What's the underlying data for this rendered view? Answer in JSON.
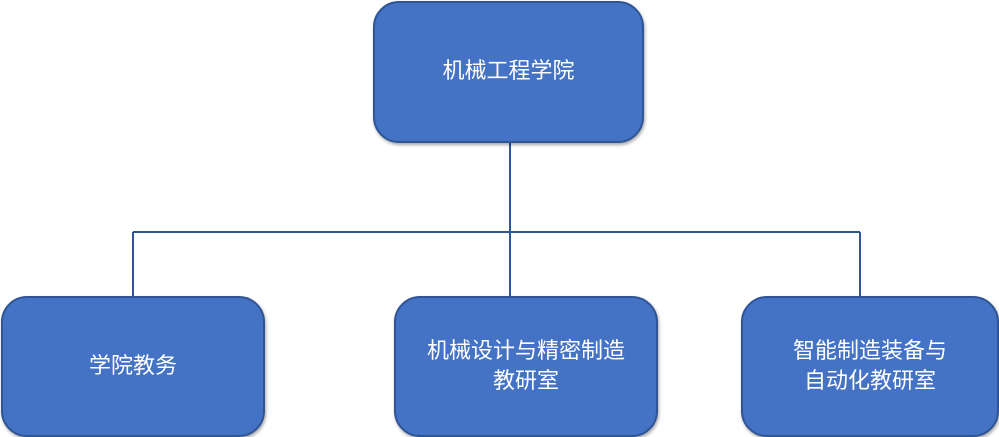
{
  "diagram": {
    "root": {
      "label": "机械工程学院"
    },
    "children": [
      {
        "label": "学院教务"
      },
      {
        "label": "机械设计与精密制造\n教研室"
      },
      {
        "label": "智能制造装备与\n自动化教研室"
      }
    ]
  },
  "colors": {
    "node_fill": "#4472c4",
    "node_border": "#2f5597",
    "connector": "#2f5597",
    "text": "#ffffff"
  }
}
